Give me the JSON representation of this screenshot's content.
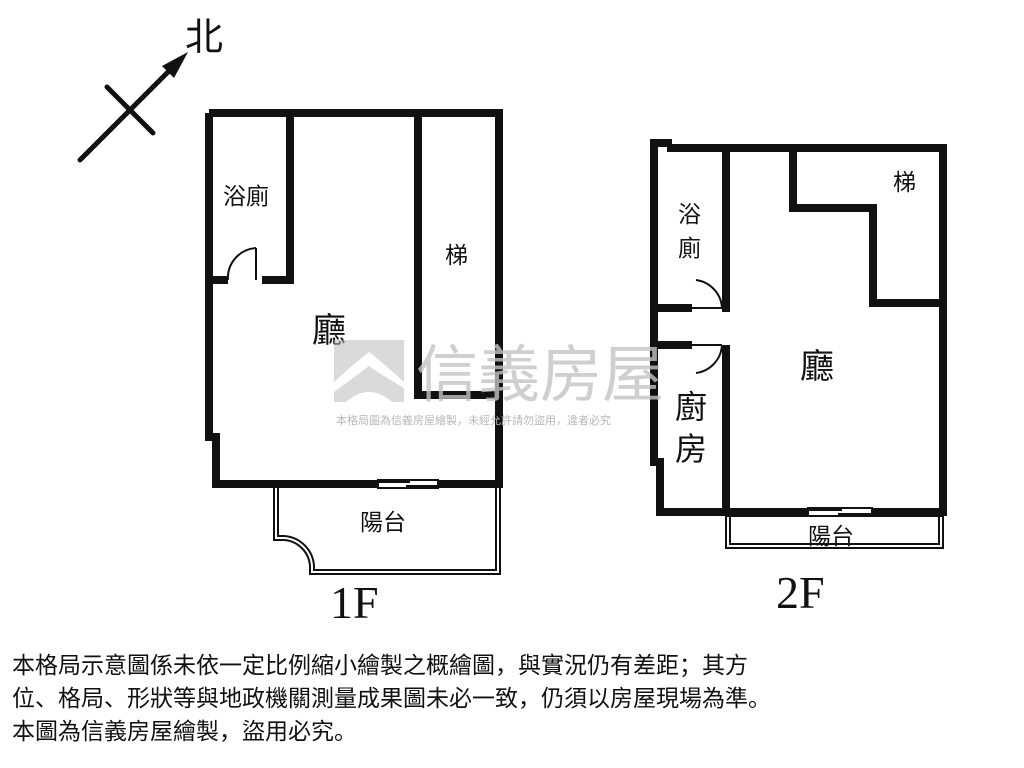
{
  "compass": {
    "label": "北",
    "icon": "north-arrow-icon"
  },
  "floors": {
    "first": {
      "label": "1F",
      "rooms": {
        "bathroom": "浴廁",
        "stairs": "梯",
        "living": "廳",
        "balcony": "陽台"
      }
    },
    "second": {
      "label": "2F",
      "rooms": {
        "bathroom_line1": "浴",
        "bathroom_line2": "廁",
        "stairs": "梯",
        "living": "廳",
        "kitchen_line1": "廚",
        "kitchen_line2": "房",
        "balcony": "陽台"
      }
    }
  },
  "watermark": {
    "brand": "信義房屋",
    "notice": "本格局圖為信義房屋繪製，未經允許請勿盜用，違者必究",
    "icon": "sinyi-logo-icon"
  },
  "disclaimer": {
    "line1": "本格局示意圖係未依一定比例縮小繪製之概繪圖，與實況仍有差距；其方",
    "line2": "位、格局、形狀等與地政機關測量成果圖未必一致，仍須以房屋現場為準。",
    "line3": "本圖為信義房屋繪製，盜用必究。"
  },
  "colors": {
    "wall": "#111111",
    "watermark": "#c9c9c9"
  }
}
